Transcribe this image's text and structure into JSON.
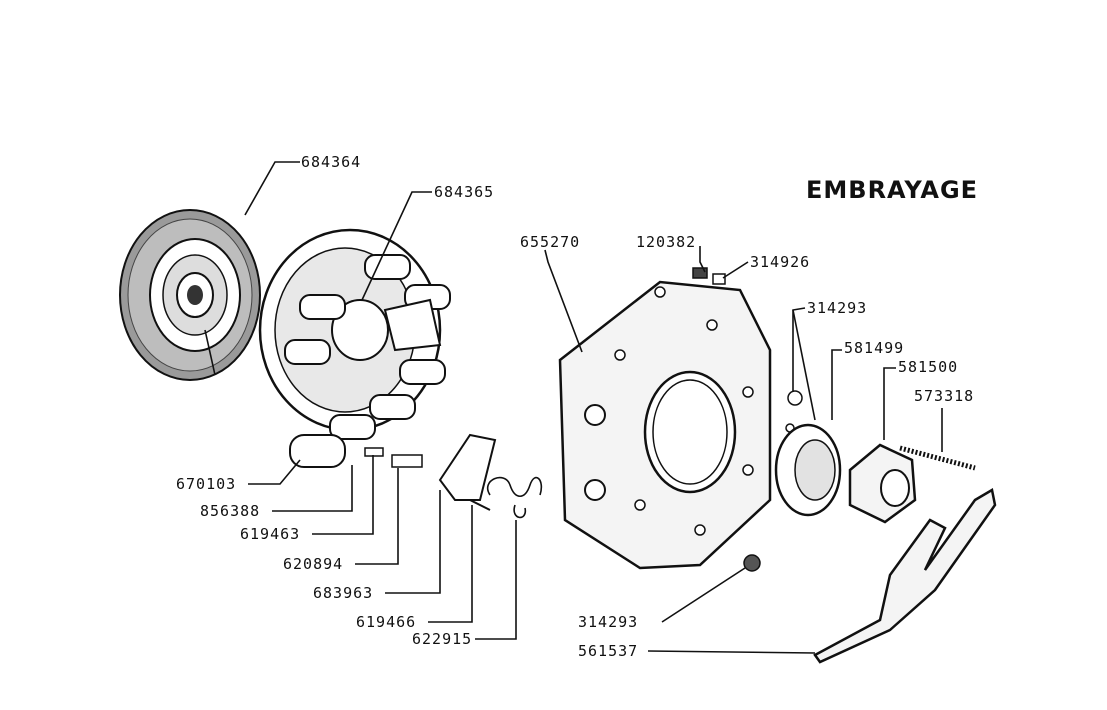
{
  "title": "EMBRAYAGE",
  "labels": {
    "p684364": "684364",
    "p684365": "684365",
    "p655270": "655270",
    "p120382": "120382",
    "p314926": "314926",
    "p314293_top": "314293",
    "p581499": "581499",
    "p581500": "581500",
    "p573318": "573318",
    "p670103": "670103",
    "p856388": "856388",
    "p619463": "619463",
    "p620894": "620894",
    "p683963": "683963",
    "p619466": "619466",
    "p622915": "622915",
    "p314293_bottom": "314293",
    "p561537": "561537"
  },
  "icons": [
    "clutch-disc-icon",
    "pressure-plate-icon",
    "clutch-housing-icon",
    "release-bearing-icon",
    "release-fork-icon"
  ]
}
